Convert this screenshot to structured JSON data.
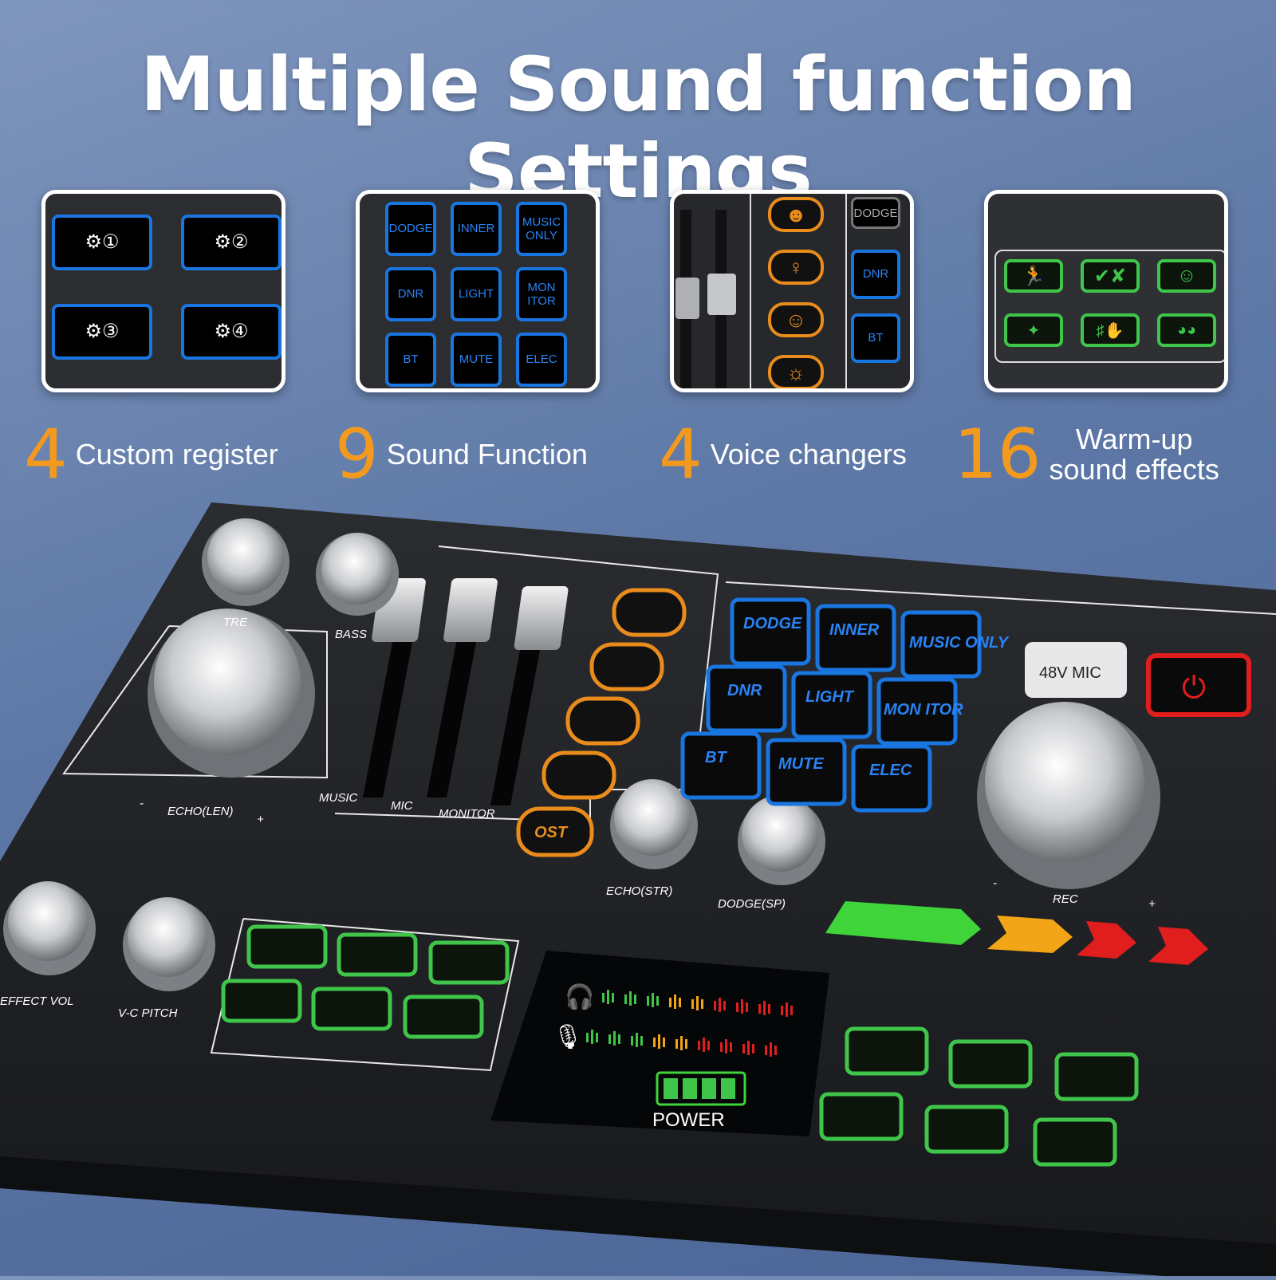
{
  "headline": "Multiple Sound function Settings",
  "features": [
    {
      "number": "4",
      "text": "Custom register"
    },
    {
      "number": "9",
      "text": "Sound Function"
    },
    {
      "number": "4",
      "text": "Voice changers"
    },
    {
      "number": "16",
      "text_line1": "Warm-up",
      "text_line2": "sound effects"
    }
  ],
  "custom_register_buttons": [
    "①",
    "②",
    "③",
    "④"
  ],
  "sound_function_buttons": [
    "DODGE",
    "INNER",
    "MUSIC ONLY",
    "DNR",
    "LIGHT",
    "MON ITOR",
    "BT",
    "MUTE",
    "ELEC"
  ],
  "voice_changer_panel": {
    "dodge": "DODGE",
    "dnr": "DNR",
    "bt": "BT"
  },
  "warmup_icons": [
    "running-man-icon",
    "check-cross-icon",
    "laughing-face-icon",
    "party-popper-icon",
    "applause-icon",
    "cat-dog-icon"
  ],
  "device": {
    "knob_labels": {
      "tre": "TRE",
      "bass": "BASS",
      "echo_len": "ECHO(LEN)",
      "echo_str": "ECHO(STR)",
      "dodge_sp": "DODGE(SP)",
      "rec": "REC",
      "effect_vol": "EFFECT VOL",
      "vc_pitch": "V-C PITCH"
    },
    "fader_labels": {
      "music": "MUSIC",
      "mic": "MIC",
      "monitor": "MONITOR"
    },
    "ost_label": "OST",
    "mic48v_label": "48V MIC",
    "power_label": "POWER",
    "minus": "-",
    "plus": "+",
    "battery_level_fraction": 1.0,
    "colors": {
      "blue": "#1976e0",
      "orange": "#e98c1c",
      "green": "#3fc64a",
      "red": "#e01e1e",
      "yellow": "#f2a516"
    }
  }
}
